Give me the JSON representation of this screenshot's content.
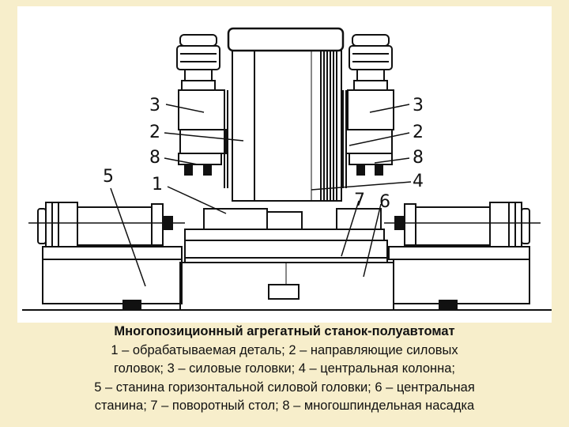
{
  "figure": {
    "labels": {
      "l1": "1",
      "l2_left": "2",
      "l2_right": "2",
      "l3_left": "3",
      "l3_right": "3",
      "l4": "4",
      "l5": "5",
      "l6": "6",
      "l7": "7",
      "l8_left": "8",
      "l8_right": "8"
    }
  },
  "caption": {
    "title": "Многопозиционный агрегатный станок-полуавтомат",
    "lines": [
      "1 – обрабатываемая деталь; 2 – направляющие силовых",
      "головок; 3 – силовые головки; 4 – центральная колонна;",
      "5 – станина горизонтальной силовой головки; 6 – центральная",
      "станина; 7 – поворотный стол; 8 – многошпиндельная насадка"
    ]
  }
}
